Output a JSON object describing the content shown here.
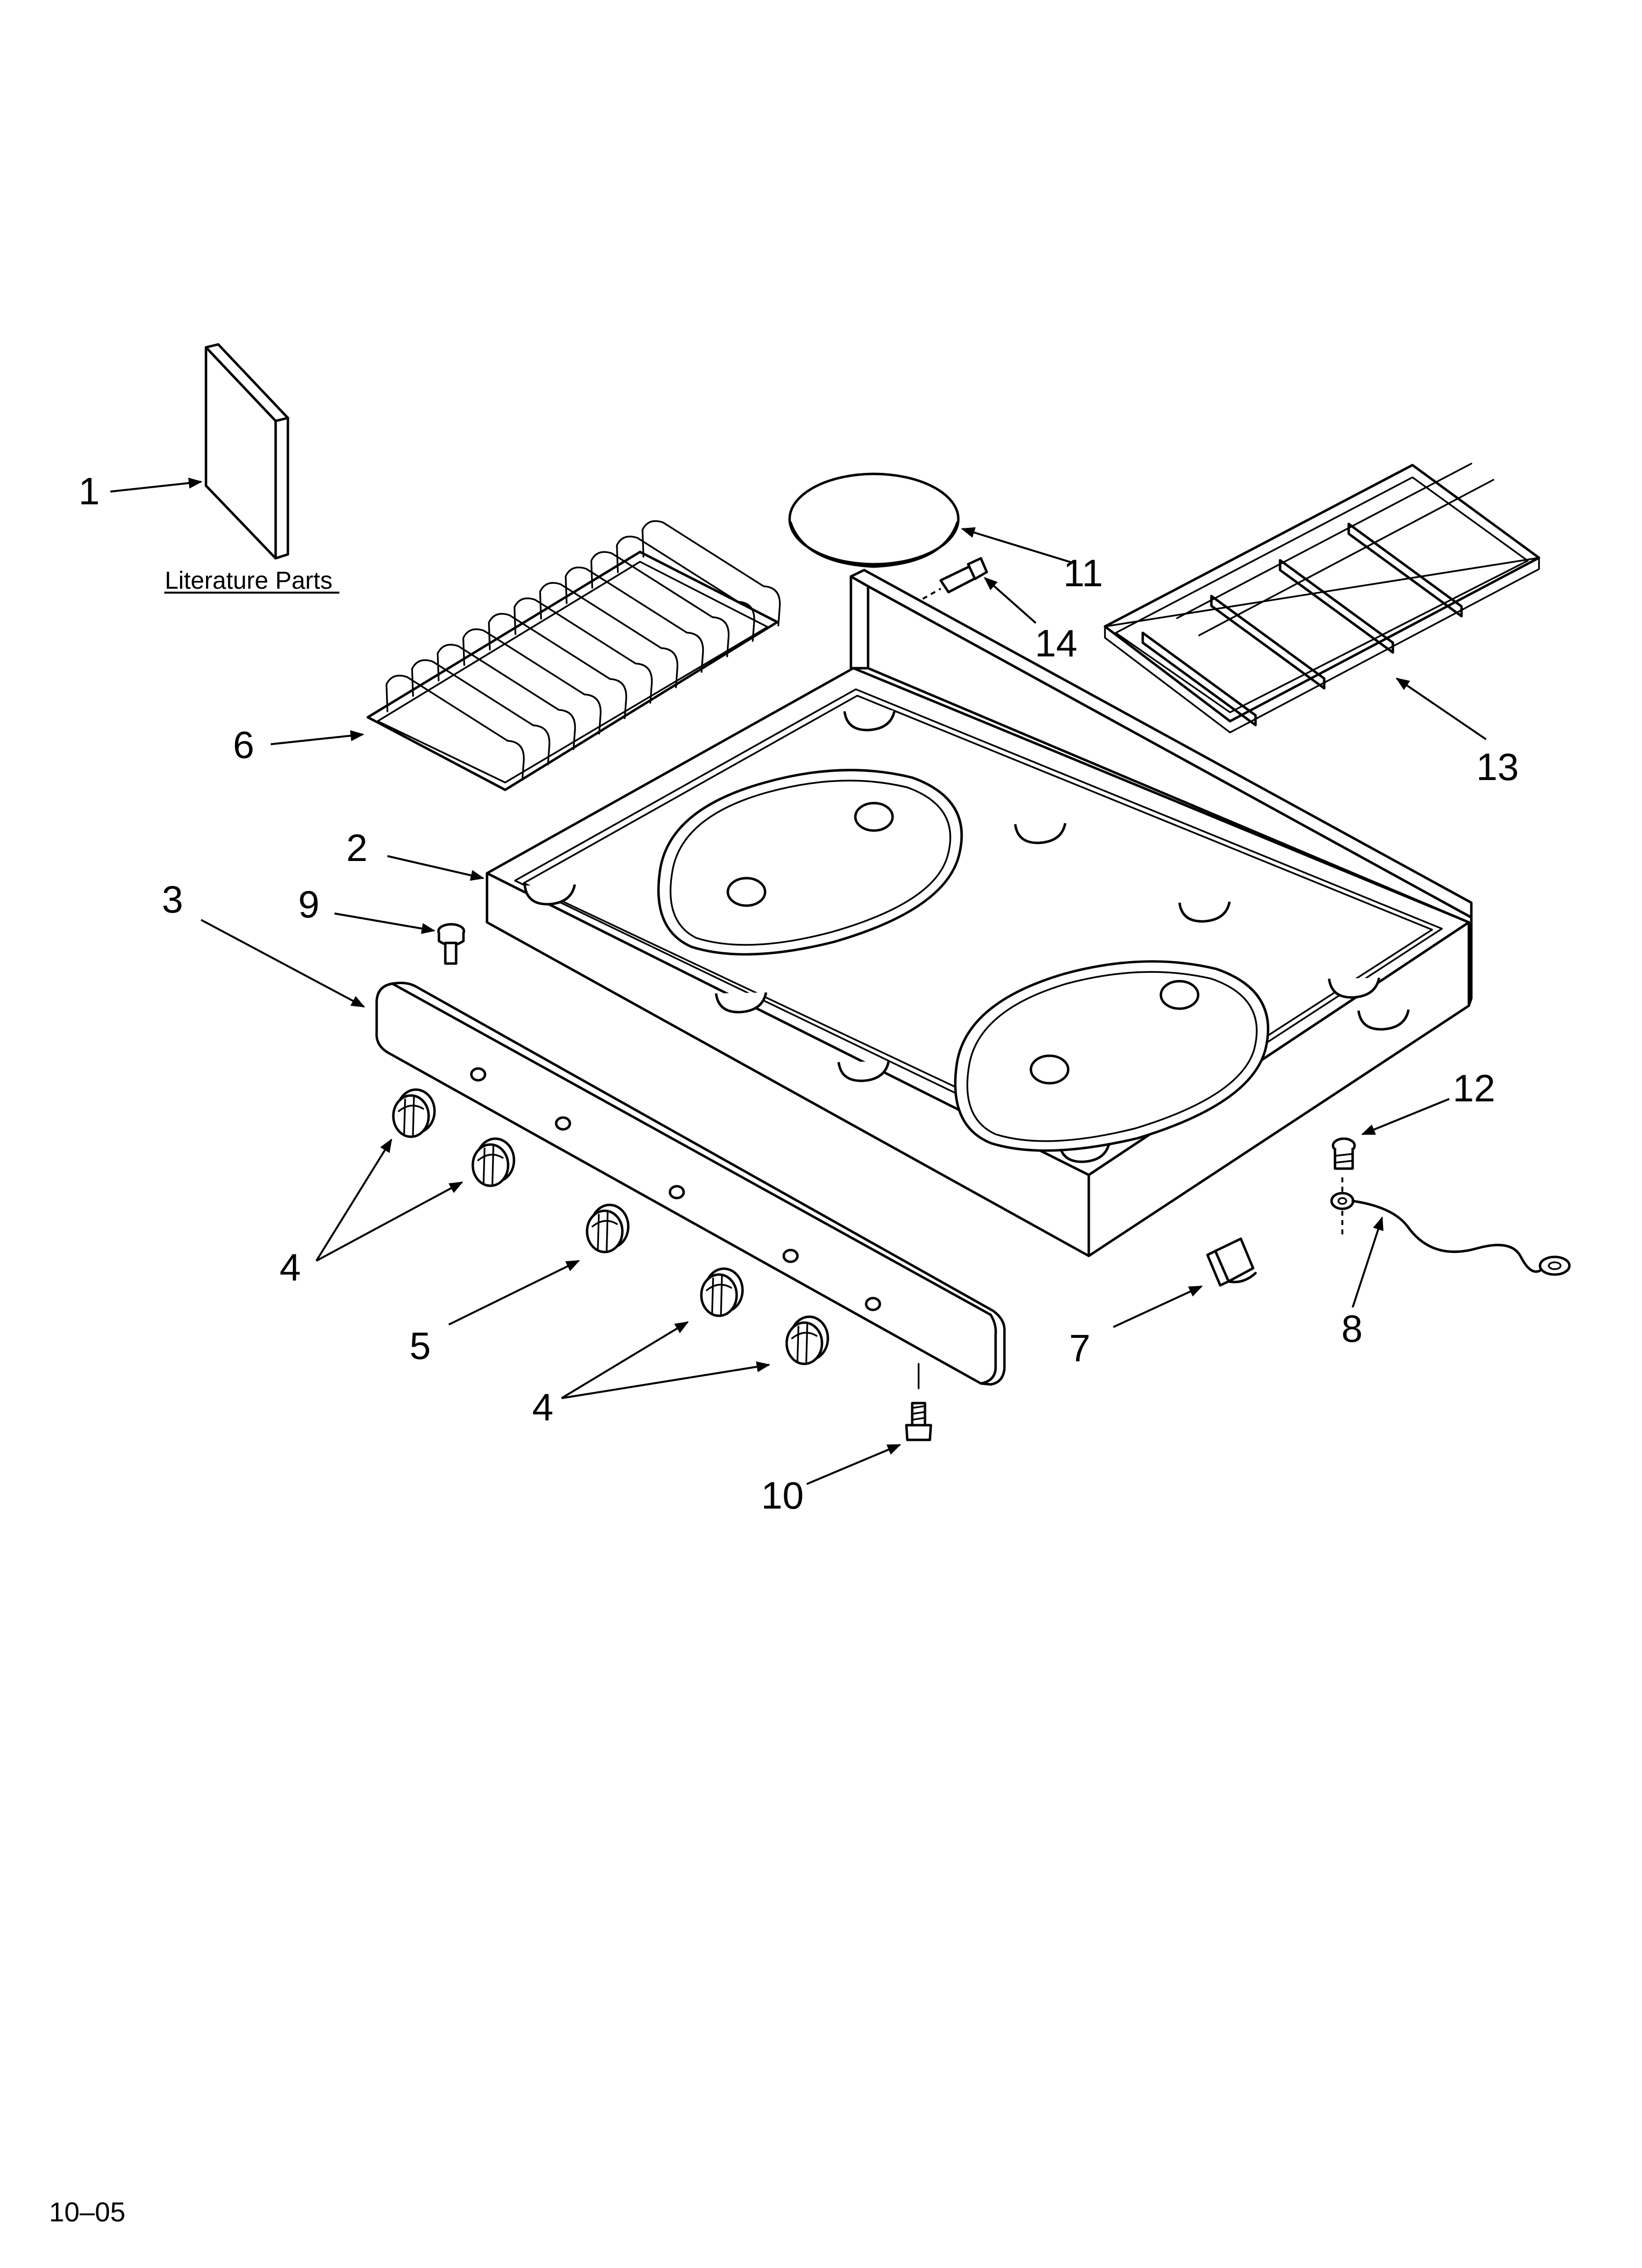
{
  "callouts": [
    {
      "id": "1",
      "label": "1"
    },
    {
      "id": "2",
      "label": "2"
    },
    {
      "id": "3",
      "label": "3"
    },
    {
      "id": "4a",
      "label": "4"
    },
    {
      "id": "4b",
      "label": "4"
    },
    {
      "id": "5",
      "label": "5"
    },
    {
      "id": "6",
      "label": "6"
    },
    {
      "id": "7",
      "label": "7"
    },
    {
      "id": "8",
      "label": "8"
    },
    {
      "id": "9",
      "label": "9"
    },
    {
      "id": "10",
      "label": "10"
    },
    {
      "id": "11",
      "label": "11"
    },
    {
      "id": "12",
      "label": "12"
    },
    {
      "id": "13",
      "label": "13"
    },
    {
      "id": "14",
      "label": "14"
    }
  ],
  "literature_label": "Literature Parts",
  "footer_code": "10–05"
}
